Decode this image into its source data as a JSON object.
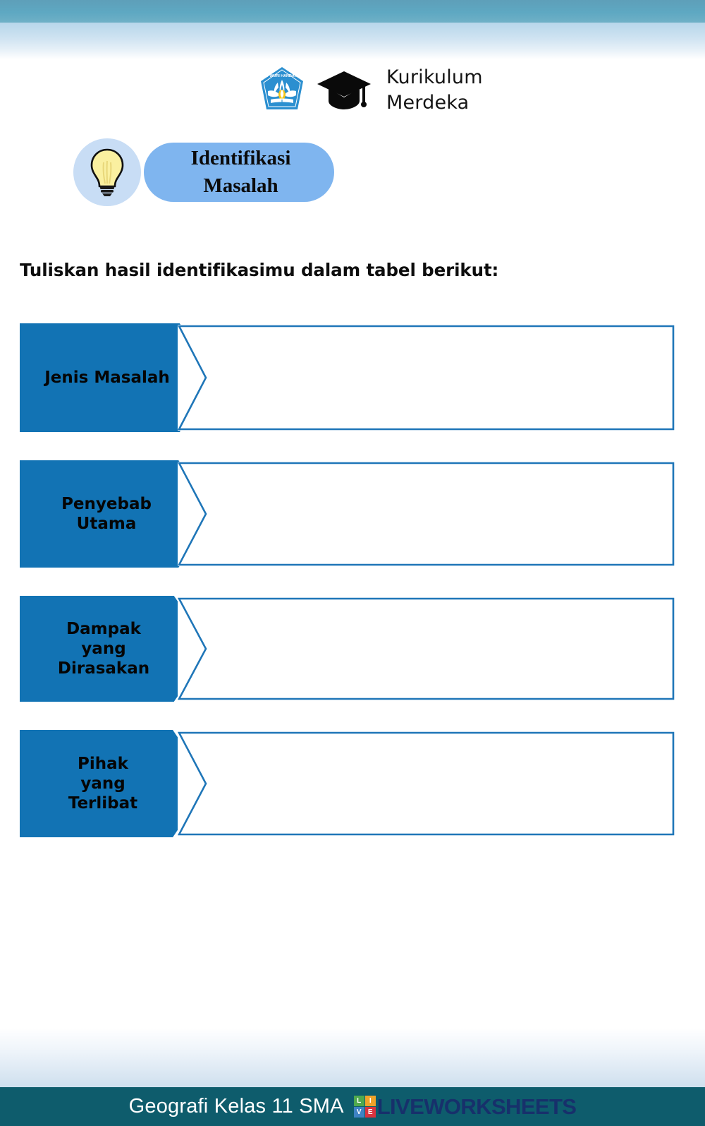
{
  "header": {
    "logo_alt": "tut-wuri-handayani-logo",
    "cap_alt": "graduation-cap-icon",
    "curriculum_line1": "Kurikulum",
    "curriculum_line2": "Merdeka",
    "curriculum_text": "Kurikulum\nMerdeka"
  },
  "badge": {
    "icon": "lightbulb-icon",
    "title": "Identifikasi\nMasalah",
    "pill_color": "#7FB5EF",
    "circle_color": "#C8DDF5"
  },
  "instruction": "Tuliskan hasil identifikasimu dalam tabel berikut:",
  "table": {
    "arrow_color": "#1273B4",
    "box_border_color": "#1F76B8",
    "rows": [
      {
        "label": "Jenis Masalah",
        "answer": ""
      },
      {
        "label": "Penyebab\nUtama",
        "answer": ""
      },
      {
        "label": "Dampak\nyang\nDirasakan",
        "answer": ""
      },
      {
        "label": "Pihak\nyang\nTerlibat",
        "answer": ""
      }
    ]
  },
  "footer": {
    "title": "Geografi Kelas 11 SMA",
    "brand": "LIVEWORKSHEETS",
    "brand_letters": [
      "L",
      "I",
      "V",
      "E"
    ],
    "bar_color": "#0E5C6C",
    "brand_color": "#17306B"
  }
}
